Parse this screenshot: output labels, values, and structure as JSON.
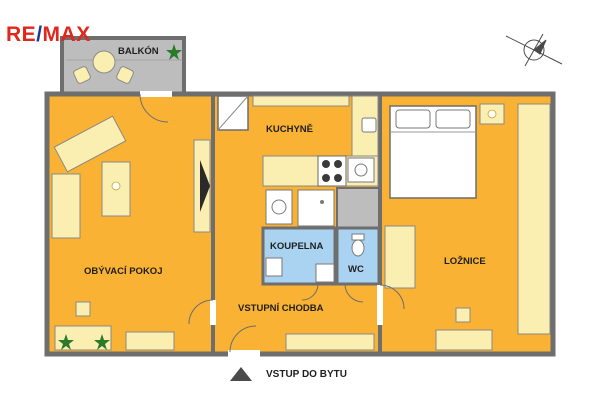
{
  "brand": {
    "part1": "RE",
    "slash": "/",
    "part2": "MAX"
  },
  "rooms": {
    "balcony": "BALKÓN",
    "kitchen": "KUCHYNĚ",
    "living": "OBÝVACÍ POKOJ",
    "bathroom": "KOUPELNA",
    "wc": "WC",
    "hall": "VSTUPNÍ CHODBA",
    "bedroom": "LOŽNICE"
  },
  "entrance_label": "VSTUP DO BYTU",
  "colors": {
    "room": "#f9b233",
    "wall": "#6e6e6e",
    "furniture": "#fbeeb1",
    "bathroom": "#a9d3f0",
    "balcony": "#bdbdbd",
    "plant": "#2a7a2a"
  },
  "icons": [
    "compass-icon",
    "plant-icon",
    "flower-icon",
    "entrance-arrow-icon"
  ]
}
